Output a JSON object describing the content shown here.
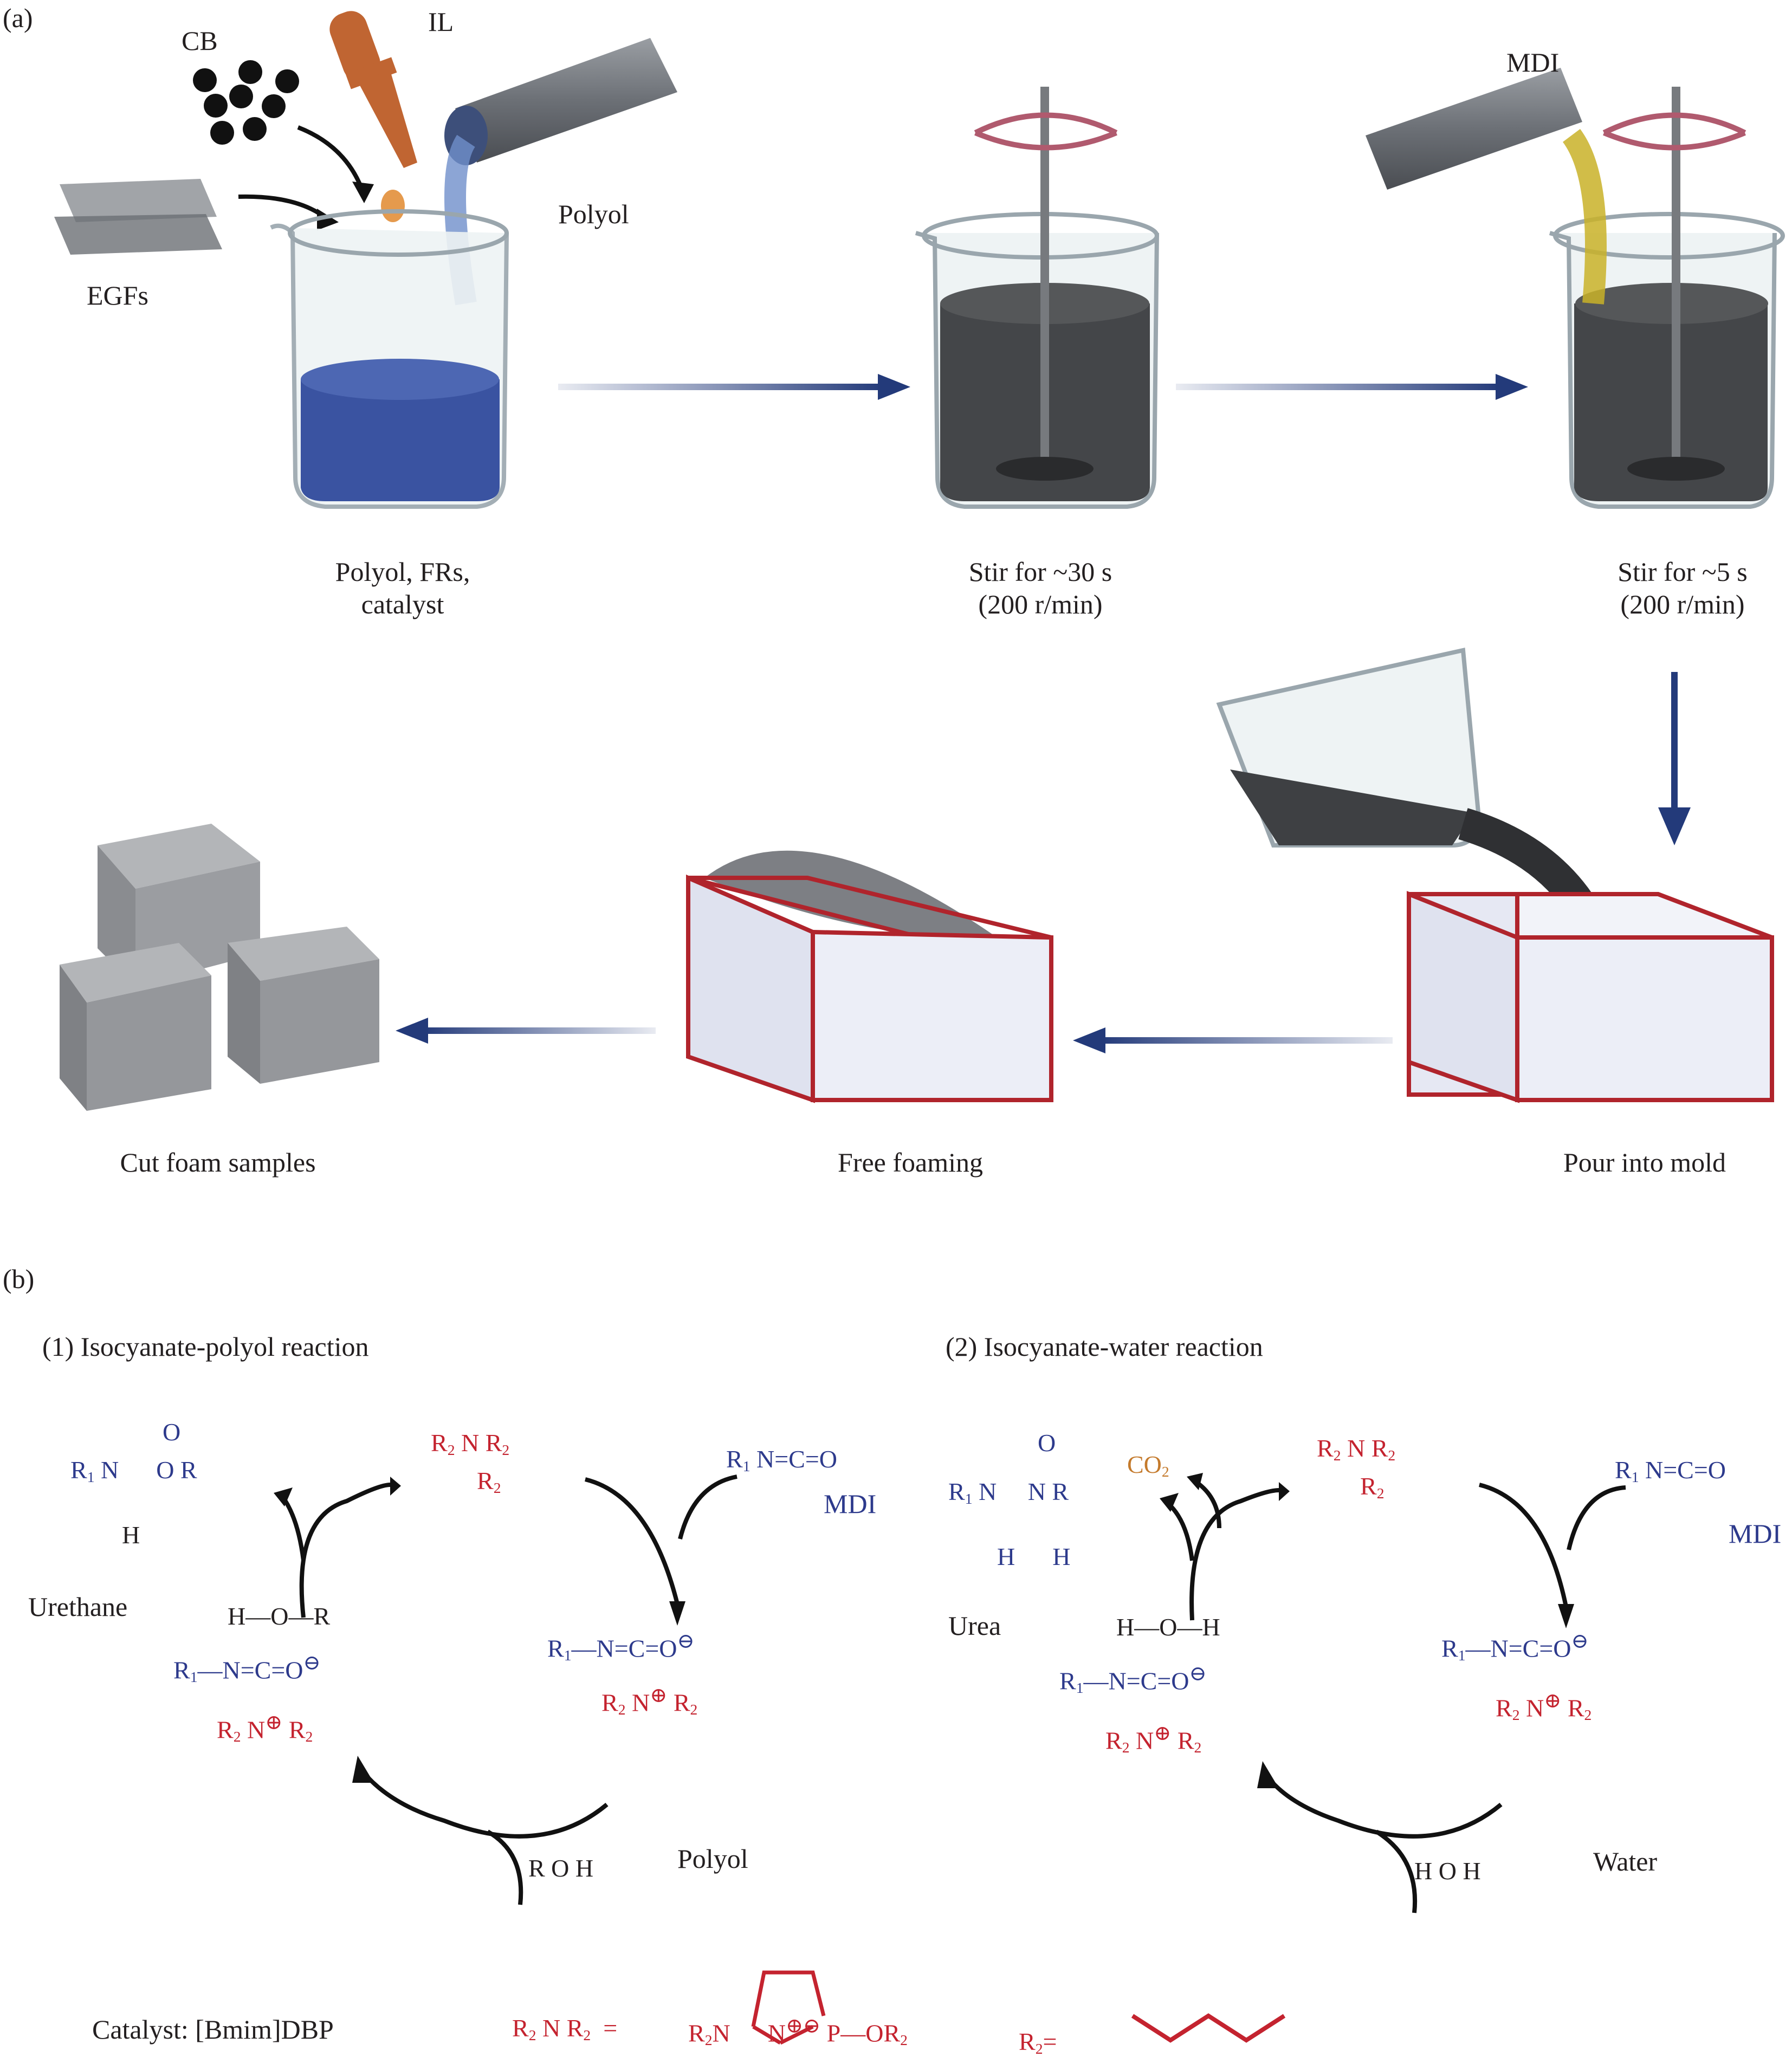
{
  "panel_a": {
    "label": "(a)",
    "ingredients": {
      "cb": "CB",
      "il": "IL",
      "polyol": "Polyol",
      "egfs": "EGFs",
      "mdi": "MDI"
    },
    "steps": [
      {
        "line1": "Polyol, FRs,",
        "line2": "catalyst"
      },
      {
        "line1": "Stir for ~30 s",
        "line2": "(200 r/min)"
      },
      {
        "line1": "Stir for ~5 s",
        "line2": "(200 r/min)"
      },
      {
        "line1": "Pour into mold"
      },
      {
        "line1": "Free foaming"
      },
      {
        "line1": "Cut foam samples"
      }
    ]
  },
  "panel_b": {
    "label": "(b)",
    "reaction1": {
      "title": "(1) Isocyanate-polyol reaction",
      "product": "Urethane",
      "reagent": "MDI",
      "coreactant": "Polyol"
    },
    "reaction2": {
      "title": "(2) Isocyanate-water reaction",
      "product": "Urea",
      "byproduct": "CO",
      "reagent": "MDI",
      "coreactant": "Water"
    },
    "catalyst_label": "Catalyst: [Bmim]DBP"
  },
  "colors": {
    "arrow_blue": "#233a7a",
    "mold_red": "#b0242c",
    "chem_blue": "#2d3a8c",
    "chem_red": "#c4232f",
    "co2_orange": "#c47a2c"
  }
}
